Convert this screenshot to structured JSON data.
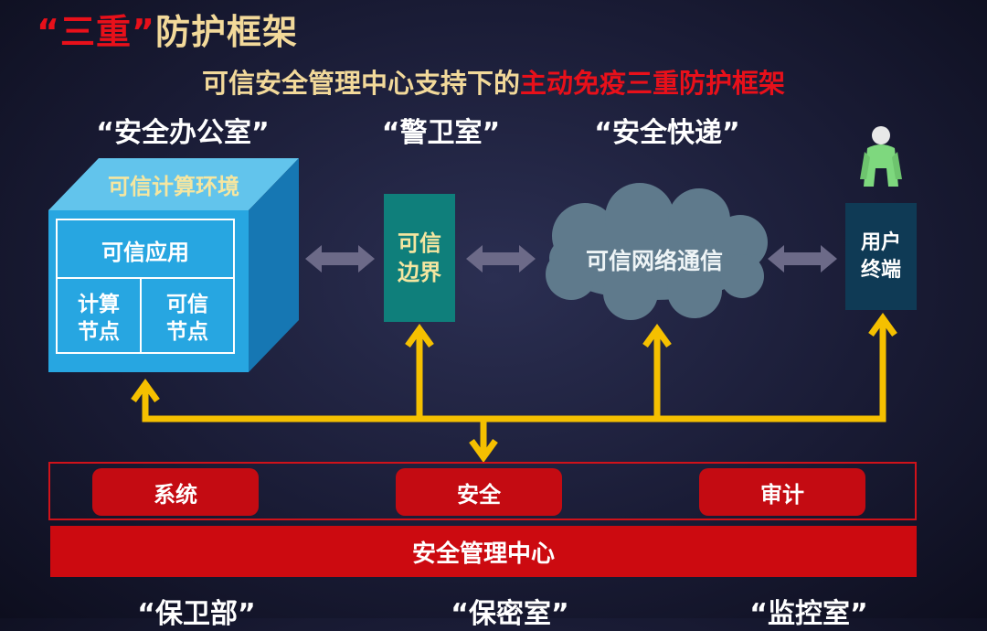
{
  "title": {
    "quote_part": "“三重”",
    "rest": "防护框架"
  },
  "subtitle": {
    "prefix": "可信安全管理中心支持下的",
    "highlight": "主动免疫三重防护框架"
  },
  "top_labels": [
    "“安全办公室”",
    "“警卫室”",
    "“安全快递”"
  ],
  "computing_env": {
    "title": "可信计算环境",
    "app": "可信应用",
    "node_left": [
      "计算",
      "节点"
    ],
    "node_right": [
      "可信",
      "节点"
    ]
  },
  "boundary": [
    "可信",
    "边界"
  ],
  "network": "可信网络通信",
  "user_terminal": [
    "用户",
    "终端"
  ],
  "management": {
    "buttons": [
      "系统",
      "安全",
      "审计"
    ],
    "center": "安全管理中心"
  },
  "bottom_labels": [
    "“保卫部”",
    "“保密室”",
    "“监控室”"
  ],
  "colors": {
    "cube_front": "#27a6e1",
    "cube_top": "#62c4ec",
    "cube_side": "#1677b3",
    "boundary": "#0f7f7b",
    "terminal": "#0f3a55",
    "cloud": "#5f7a8c",
    "arrow": "#f5c000",
    "gray_arrow": "#6c6a88",
    "red": "#cc0a10"
  },
  "icons": [
    "user-person-icon"
  ]
}
